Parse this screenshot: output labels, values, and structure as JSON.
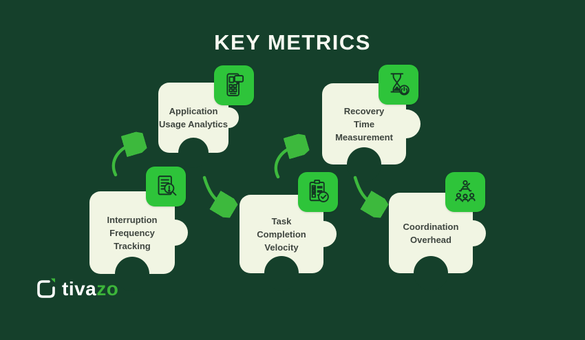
{
  "title": "KEY METRICS",
  "brand": {
    "name_left": "tiva",
    "name_right": "zo"
  },
  "pieces": [
    {
      "id": "application-usage-analytics",
      "icon": "mobile-app-analytics-icon",
      "label_lines": [
        "Application",
        "Usage Analytics"
      ]
    },
    {
      "id": "recovery-time-measurement",
      "icon": "hourglass-power-icon",
      "label_lines": [
        "Recovery",
        "Time",
        "Measurement"
      ]
    },
    {
      "id": "interruption-frequency-tracking",
      "icon": "document-alert-search-icon",
      "label_lines": [
        "Interruption",
        "Frequency",
        "Tracking"
      ]
    },
    {
      "id": "task-completion-velocity",
      "icon": "checklist-check-icon",
      "label_lines": [
        "Task",
        "Completion",
        "Velocity"
      ]
    },
    {
      "id": "coordination-overhead",
      "icon": "team-gear-icon",
      "label_lines": [
        "Coordination",
        "Overhead"
      ]
    }
  ],
  "colors": {
    "bg": "#15402b",
    "card": "#f1f5e3",
    "badge": "#2ec43a",
    "arrow": "#3db93d",
    "ink": "#143823",
    "label": "#3e453f",
    "title": "#f7f9f1",
    "logo-green": "#3cb53a"
  }
}
